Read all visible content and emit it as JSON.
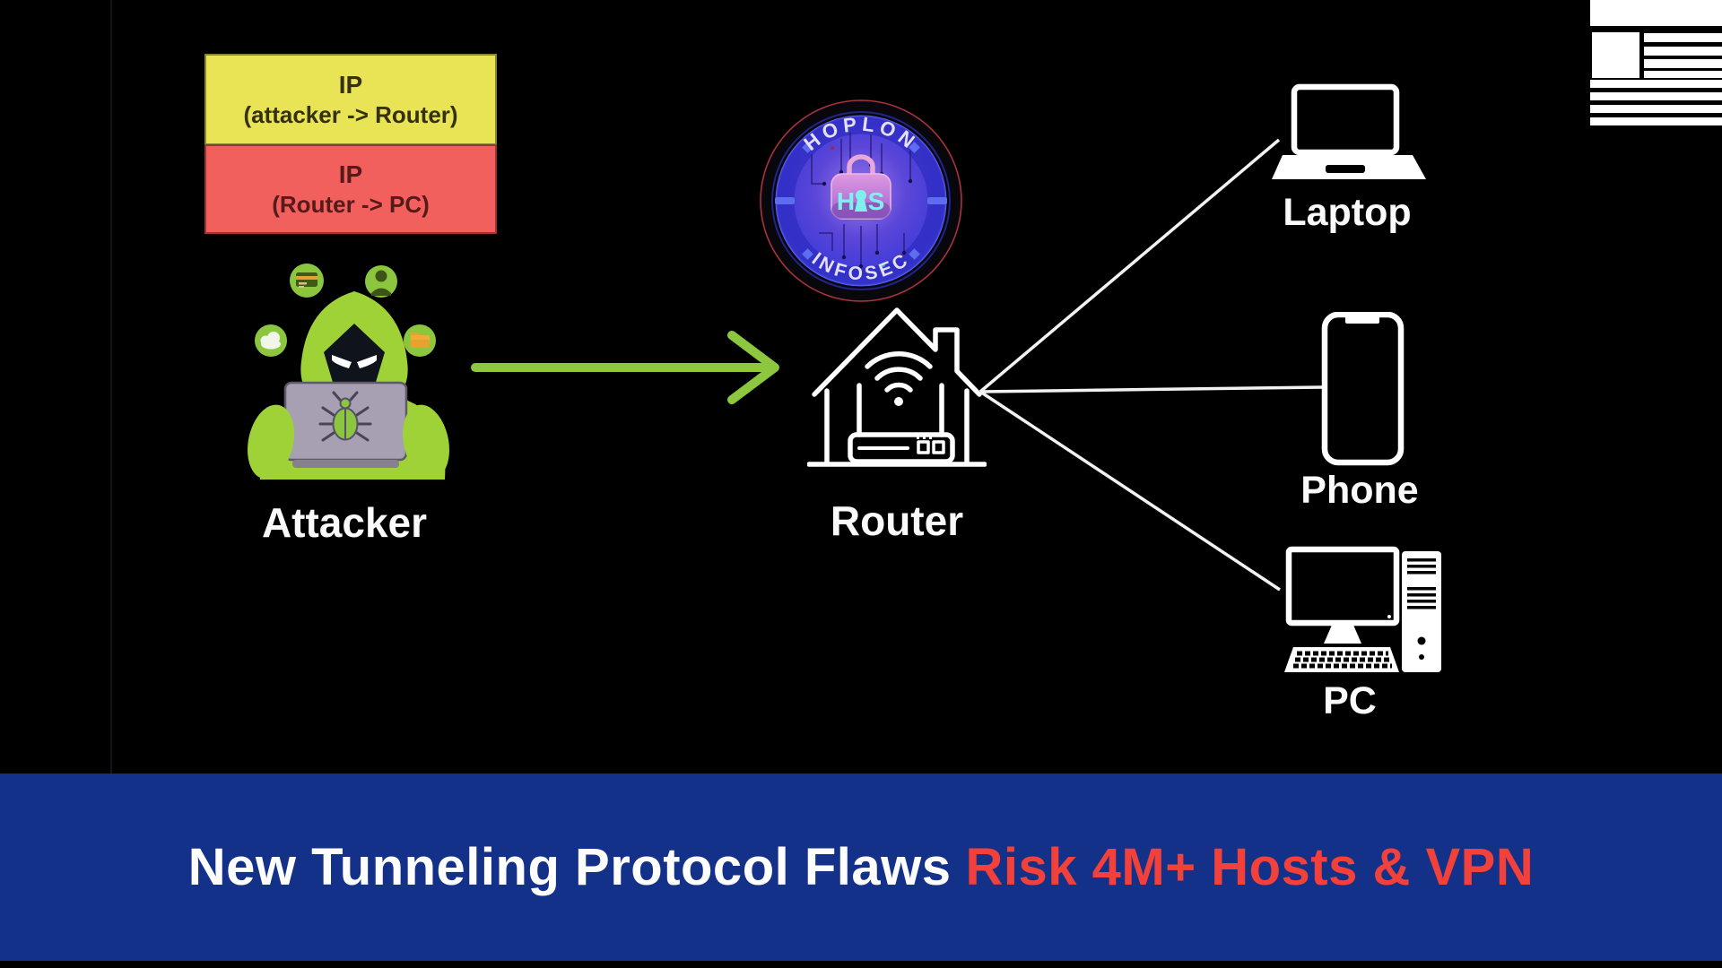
{
  "diagram": {
    "packet_boxes": [
      {
        "label": "IP",
        "detail": "(attacker -> Router)",
        "color": "#e9e455"
      },
      {
        "label": "IP",
        "detail": "(Router -> PC)",
        "color": "#f2605e"
      }
    ],
    "nodes": {
      "attacker": {
        "label": "Attacker"
      },
      "router": {
        "label": "Router"
      },
      "devices": [
        {
          "label": "Laptop"
        },
        {
          "label": "Phone"
        },
        {
          "label": "PC"
        }
      ]
    },
    "arrow_color": "#8dc63f",
    "connection_color": "#ffffff",
    "icons": [
      "credit-card-icon",
      "user-icon",
      "cloud-icon",
      "folder-icon",
      "bug-icon",
      "router-house-icon",
      "wifi-icon",
      "laptop-icon",
      "phone-icon",
      "pc-icon",
      "padlock-icon",
      "us-flag-monochrome-icon"
    ]
  },
  "logo": {
    "arc_top": "HOPLON",
    "arc_bottom": "INFOSEC",
    "monogram_left": "H",
    "monogram_right": "S"
  },
  "banner": {
    "headline_white": "New Tunneling Protocol Flaws",
    "headline_red": "Risk 4M+ Hosts & VPN",
    "background": "#143189",
    "accent_red": "#f2413a"
  }
}
